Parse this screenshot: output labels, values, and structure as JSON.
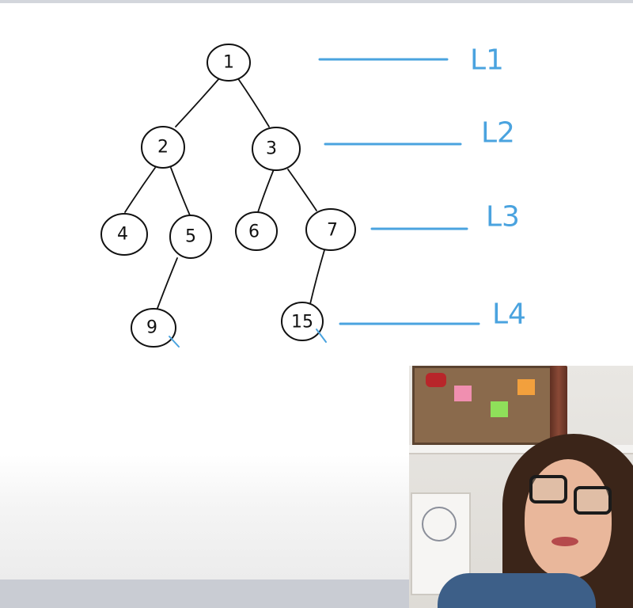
{
  "tree": {
    "nodes": [
      {
        "id": "n1",
        "label": "1"
      },
      {
        "id": "n2",
        "label": "2"
      },
      {
        "id": "n3",
        "label": "3"
      },
      {
        "id": "n4",
        "label": "4"
      },
      {
        "id": "n5",
        "label": "5"
      },
      {
        "id": "n6",
        "label": "6"
      },
      {
        "id": "n7",
        "label": "7"
      },
      {
        "id": "n9",
        "label": "9"
      },
      {
        "id": "n15",
        "label": "15"
      }
    ],
    "edges": [
      [
        "n1",
        "n2"
      ],
      [
        "n1",
        "n3"
      ],
      [
        "n2",
        "n4"
      ],
      [
        "n2",
        "n5"
      ],
      [
        "n3",
        "n6"
      ],
      [
        "n3",
        "n7"
      ],
      [
        "n5",
        "n9"
      ],
      [
        "n7",
        "n15"
      ]
    ]
  },
  "levels": [
    "L1",
    "L2",
    "L3",
    "L4"
  ],
  "colors": {
    "ink": "#111111",
    "marker_blue": "#4aa3df",
    "background": "#ffffff"
  }
}
